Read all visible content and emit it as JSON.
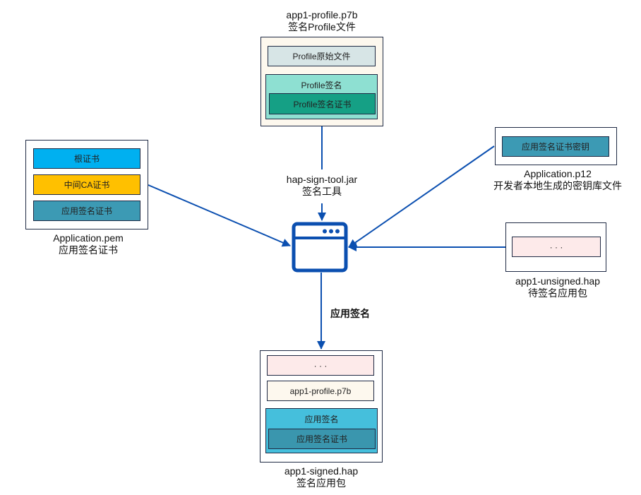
{
  "colors": {
    "arrow": "#0b4fb0",
    "frame_border": "#1f2a44",
    "profile_bg": "#fdf8ee",
    "profile_raw": "#d7e5e6",
    "profile_sign": "#8ee0d2",
    "profile_cert": "#15a085",
    "root_cert": "#00b0f0",
    "ca_cert": "#ffc000",
    "app_cert": "#3c9ab4",
    "app_key": "#3c9ab4",
    "unsigned_content": "#fdeaea",
    "signed_content": "#fdeaea",
    "signed_profile": "#fdf8ee",
    "signed_sign": "#45bfdc",
    "signed_cert": "#3a96ae"
  },
  "profile": {
    "title": "app1-profile.p7b",
    "subtitle": "签名Profile文件",
    "raw_file": "Profile原始文件",
    "signature": "Profile签名",
    "signature_cert": "Profile签名证书"
  },
  "pem": {
    "root_cert": "根证书",
    "ca_cert": "中间CA证书",
    "app_cert": "应用签名证书",
    "title": "Application.pem",
    "subtitle": "应用签名证书"
  },
  "p12": {
    "key": "应用签名证书密钥",
    "title": "Application.p12",
    "subtitle": "开发者本地生成的密钥库文件"
  },
  "tool": {
    "title": "hap-sign-tool.jar",
    "subtitle": "签名工具",
    "icon": "app-window-icon"
  },
  "unsigned": {
    "content": "· · ·",
    "title": "app1-unsigned.hap",
    "subtitle": "待签名应用包"
  },
  "action_label": "应用签名",
  "signed": {
    "content": "· · ·",
    "profile": "app1-profile.p7b",
    "signature": "应用签名",
    "signature_cert": "应用签名证书",
    "title": "app1-signed.hap",
    "subtitle": "签名应用包"
  }
}
